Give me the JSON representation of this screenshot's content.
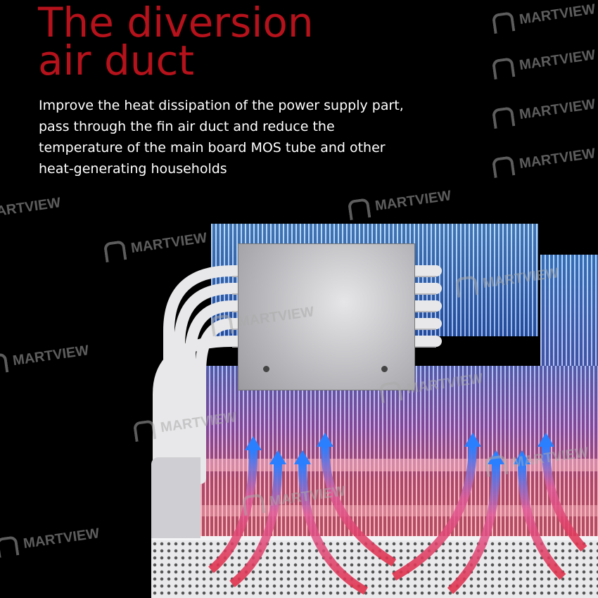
{
  "headline": {
    "line1": "The diversion",
    "line2": "air duct"
  },
  "description": [
    "Improve the heat dissipation of the power supply part,",
    "pass through the fin air duct and reduce the",
    "temperature of the main board MOS tube and other",
    "heat-generating households"
  ],
  "watermark": "MARTVIEW",
  "colors": {
    "title": "#b5121b",
    "background": "#000000",
    "airflow_blue": "#2a7fff",
    "airflow_red": "#e0304a"
  }
}
